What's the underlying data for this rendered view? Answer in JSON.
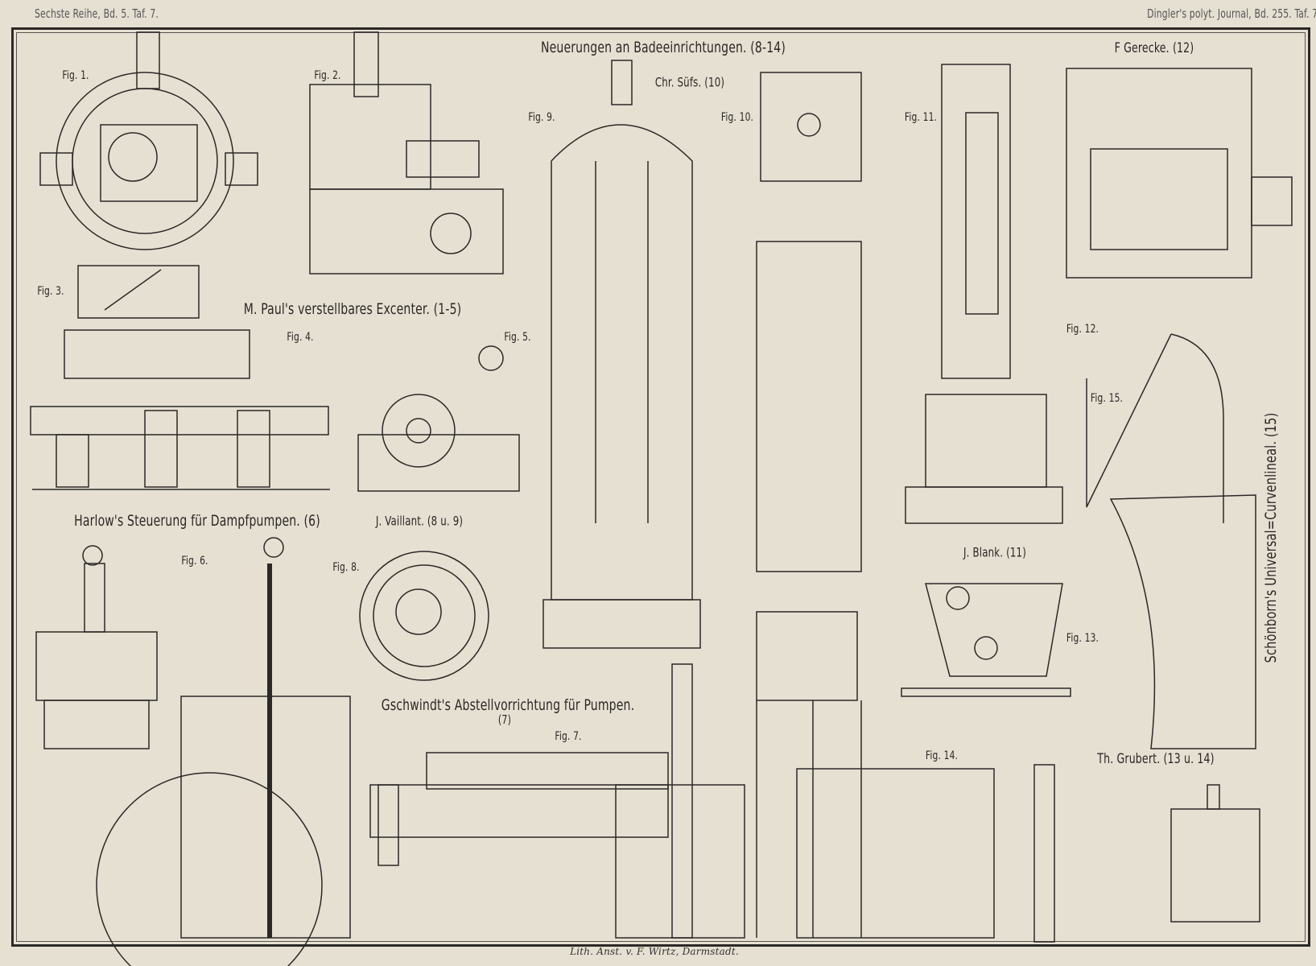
{
  "header": {
    "left": "Sechste Reihe, Bd. 5. Taf. 7.",
    "right": "Dingler's polyt. Journal, Bd. 255. Taf. 7."
  },
  "titles": {
    "main": "Neuerungen an Badeeinrichtungen. (8-14)",
    "suess": "Chr. Süfs. (10)",
    "gerecke": "F Gerecke. (12)",
    "paul": "M. Paul's verstellbares Excenter. (1-5)",
    "harlow": "Harlow's Steuerung für Dampfpumpen. (6)",
    "vaillant": "J. Vaillant. (8 u. 9)",
    "blank": "J. Blank. (11)",
    "gschwindt": "Gschwindt's Abstellvorrichtung für Pumpen.",
    "gschwindt_num": "(7)",
    "grubert": "Th. Grubert. (13 u. 14)",
    "schoenborn": "Schönborn's Universal=Curvenlineal. (15)"
  },
  "figures": {
    "fig1": "Fig. 1.",
    "fig2": "Fig. 2.",
    "fig3": "Fig. 3.",
    "fig4": "Fig. 4.",
    "fig5": "Fig. 5.",
    "fig6": "Fig. 6.",
    "fig7": "Fig. 7.",
    "fig8": "Fig. 8.",
    "fig9": "Fig. 9.",
    "fig10": "Fig. 10.",
    "fig11": "Fig. 11.",
    "fig12": "Fig. 12.",
    "fig13": "Fig. 13.",
    "fig14": "Fig. 14.",
    "fig15": "Fig. 15."
  },
  "footer": {
    "credit": "Lith. Anst. v. F. Wirtz, Darmstadt."
  }
}
